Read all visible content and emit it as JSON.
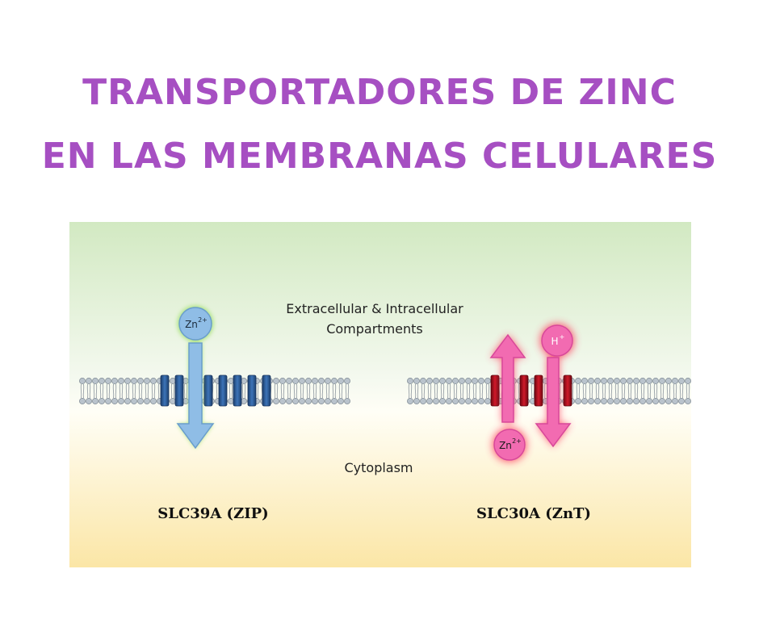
{
  "header": {
    "title_line_1": "TRANSPORTADORES DE ZINC",
    "title_line_2": "EN LAS MEMBRANAS CELULARES"
  },
  "diagram": {
    "compartment_label_line_1": "Extracellular & Intracellular",
    "compartment_label_line_2": "Compartments",
    "cytoplasm_label": "Cytoplasm",
    "left_transporter": {
      "name": "SLC39A (ZIP)",
      "ion_label": "Zn",
      "ion_charge": "2+",
      "protein_color": "#2e5e9e",
      "arrow_color": "#8fbde6",
      "ion_color": "#8fbde6",
      "arrow_direction": "down"
    },
    "right_transporter": {
      "name": "SLC30A (ZnT)",
      "ion_label": "Zn",
      "ion_charge": "2+",
      "proton_label": "H",
      "proton_charge": "+",
      "protein_color": "#b3101e",
      "arrow_color": "#f26bb1",
      "ion_color": "#f26bb1",
      "zinc_arrow_direction": "up",
      "proton_arrow_direction": "down"
    },
    "colors": {
      "title": "#a64fc2",
      "background_top": "#d2e9c2",
      "background_bottom": "#fbe6a6",
      "lipid_head": "#b9c3cc"
    }
  }
}
